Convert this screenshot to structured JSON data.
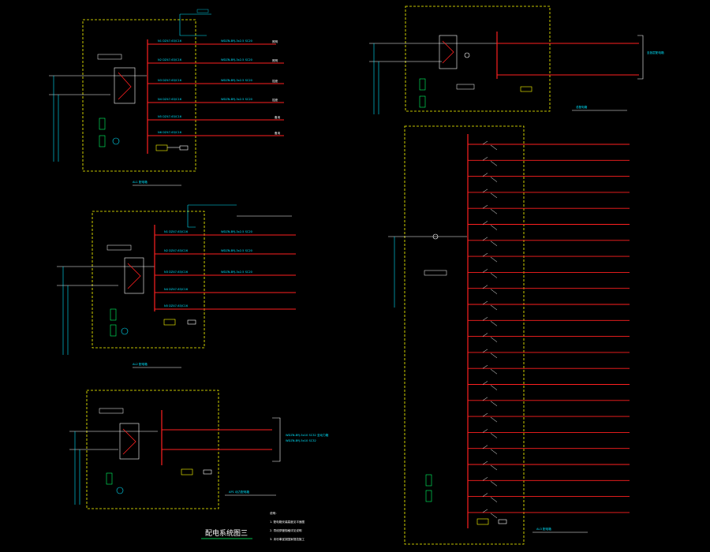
{
  "drawing": {
    "title": "配电系统图三",
    "colors": {
      "background": "#000000",
      "bus": "#ff2020",
      "wire": "#ffffff",
      "panel_border": "#ffff00",
      "text": "#00e5ff",
      "label": "#ffffff",
      "accent": "#00ff66"
    },
    "panels": [
      {
        "name": "panel-a",
        "branches": 6
      },
      {
        "name": "panel-b",
        "branches": 5
      },
      {
        "name": "panel-c",
        "branches": 2
      },
      {
        "name": "panel-d",
        "branches": 1
      },
      {
        "name": "panel-e",
        "branches": 24
      }
    ]
  }
}
